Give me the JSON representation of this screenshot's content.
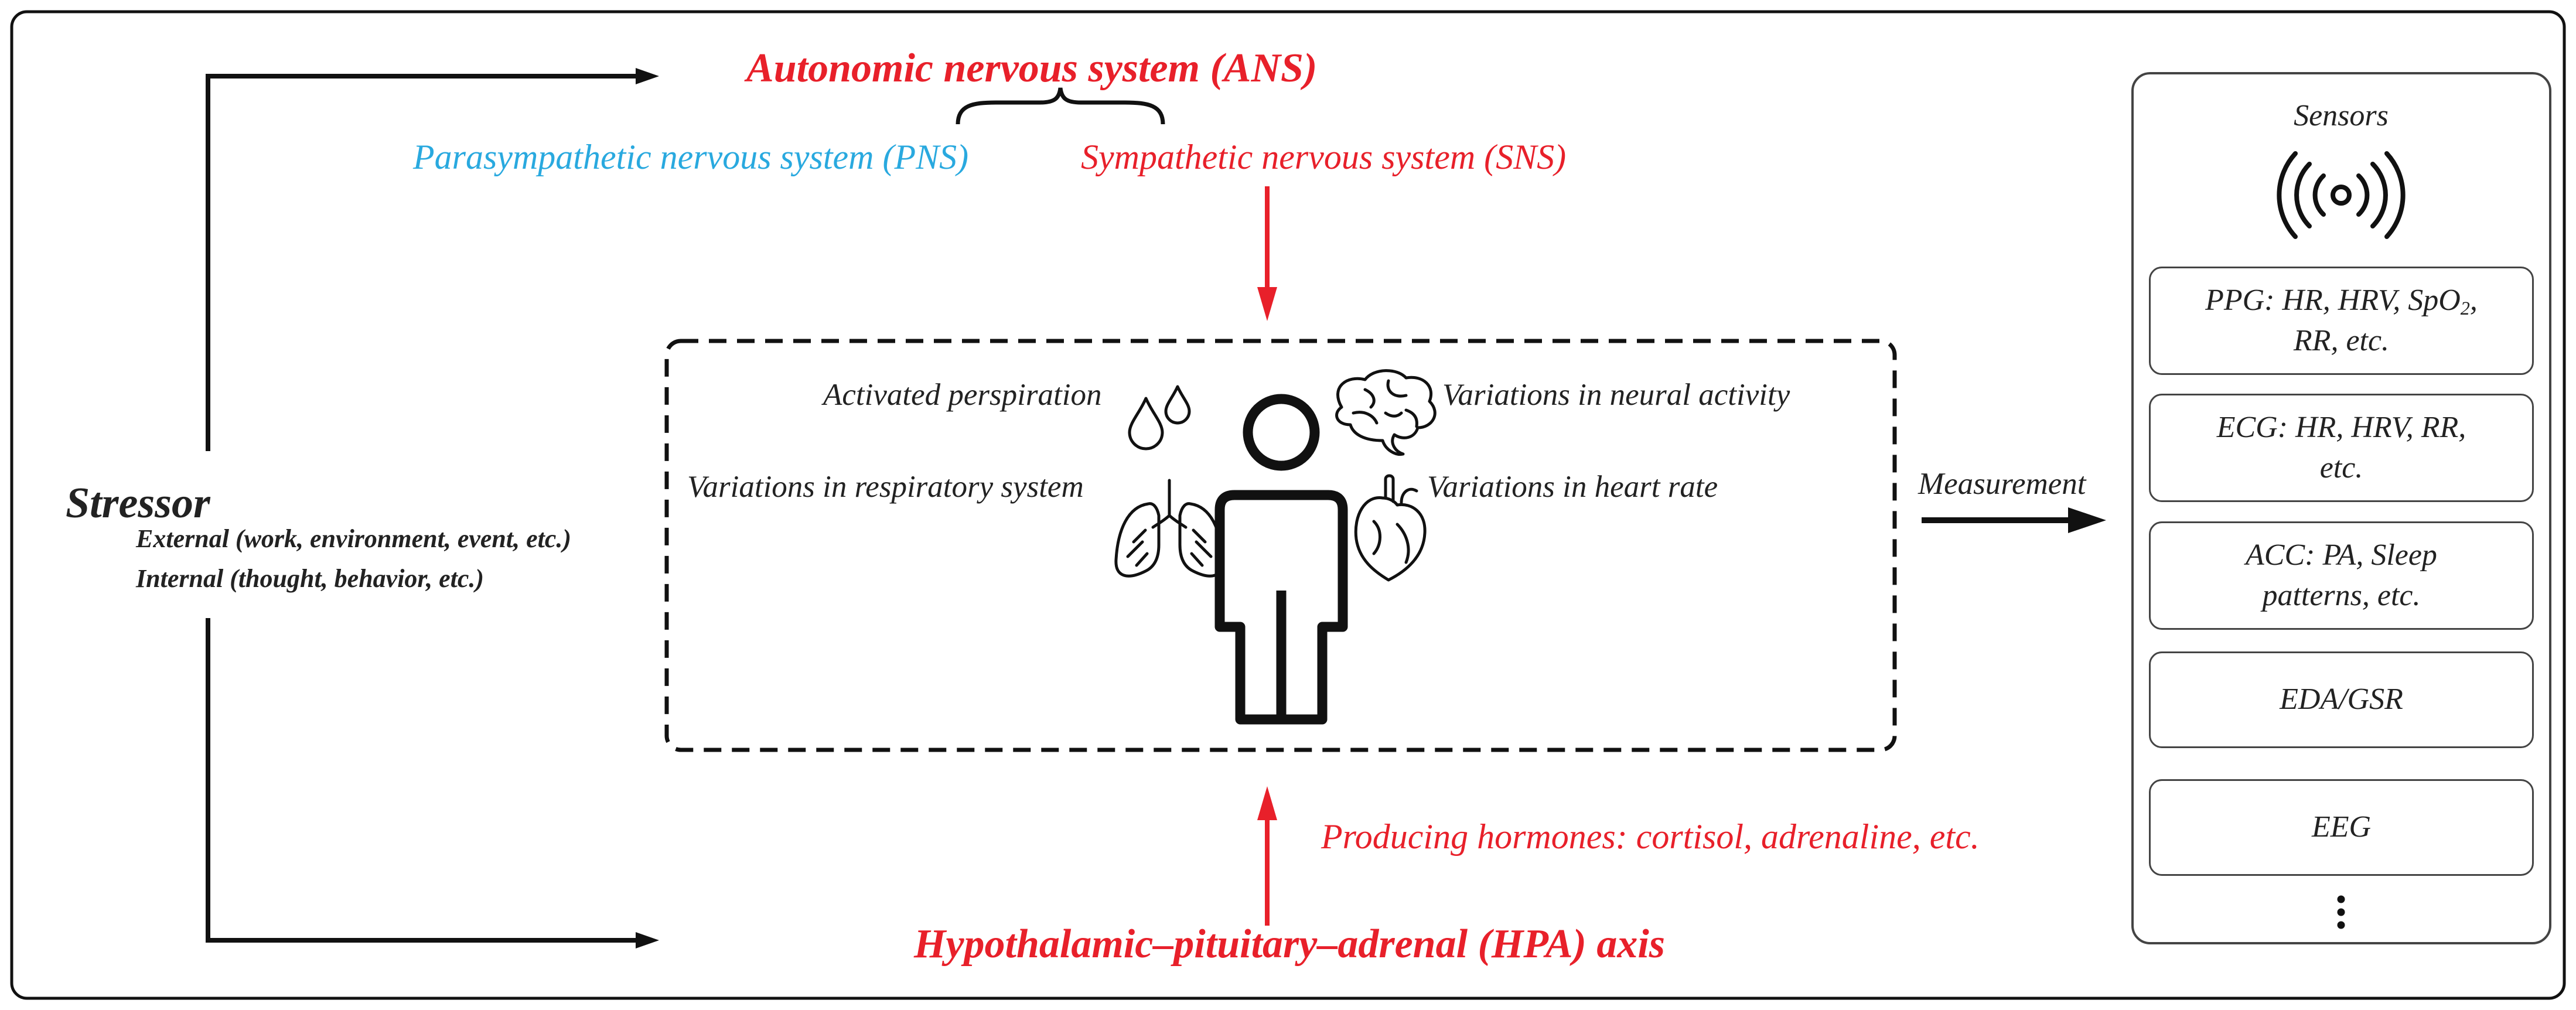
{
  "ans": {
    "title": "Autonomic nervous system (ANS)",
    "pns": "Parasympathetic nervous system (PNS)",
    "sns": "Sympathetic nervous system (SNS)"
  },
  "stressor": {
    "title": "Stressor",
    "external": "External (work, environment, event, etc.)",
    "internal": "Internal (thought, behavior, etc.)"
  },
  "body_responses": {
    "perspiration": "Activated perspiration",
    "neural": "Variations in neural activity",
    "respiratory": "Variations in respiratory system",
    "heart": "Variations in heart rate"
  },
  "hpa": {
    "title": "Hypothalamic–pituitary–adrenal (HPA) axis",
    "hormones": "Producing hormones: cortisol, adrenaline, etc."
  },
  "measurement_label": "Measurement",
  "sensors": {
    "title": "Sensors",
    "ppg_line1": "PPG: HR, HRV, SpO",
    "ppg_sub": "2",
    "ppg_tail": ",",
    "ppg_line2": "RR, etc.",
    "ecg_line1": "ECG: HR, HRV, RR,",
    "ecg_line2": "etc.",
    "acc_line1": "ACC: PA, Sleep",
    "acc_line2": "patterns, etc.",
    "eda": "EDA/GSR",
    "eeg": "EEG",
    "more": "⋮"
  },
  "colors": {
    "red": "#e8202a",
    "blue": "#29a9df",
    "dark": "#222222"
  },
  "icons": [
    "wireless-signal-icon",
    "water-drops-icon",
    "brain-icon",
    "lungs-icon",
    "heart-icon",
    "person-icon"
  ]
}
